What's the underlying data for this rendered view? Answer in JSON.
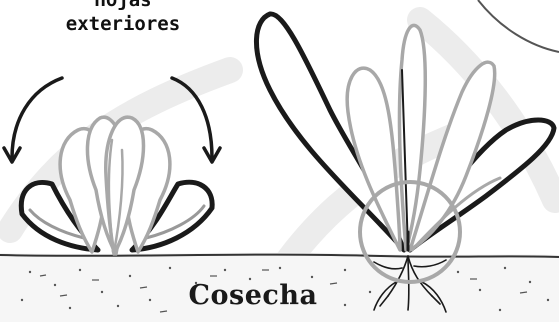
{
  "labels": {
    "outer_leaves_line1": "Hojas",
    "outer_leaves_line2": "exteriores",
    "harvest": "Cosecha"
  }
}
